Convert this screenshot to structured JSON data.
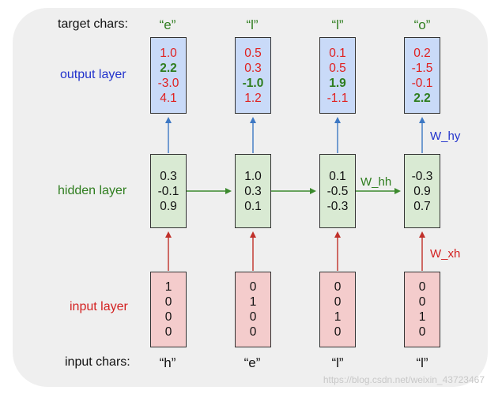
{
  "labels": {
    "target_chars": "target chars:",
    "output_layer": "output layer",
    "hidden_layer": "hidden layer",
    "input_layer": "input layer",
    "input_chars": "input chars:"
  },
  "weights": {
    "hy": "W_hy",
    "hh": "W_hh",
    "xh": "W_xh"
  },
  "steps": [
    {
      "target": "“e”",
      "input": "“h”",
      "output": [
        "1.0",
        "2.2",
        "-3.0",
        "4.1"
      ],
      "output_hl": 1,
      "hidden": [
        "0.3",
        "-0.1",
        "0.9"
      ],
      "onehot": [
        "1",
        "0",
        "0",
        "0"
      ]
    },
    {
      "target": "“l”",
      "input": "“e”",
      "output": [
        "0.5",
        "0.3",
        "-1.0",
        "1.2"
      ],
      "output_hl": 2,
      "hidden": [
        "1.0",
        "0.3",
        "0.1"
      ],
      "onehot": [
        "0",
        "1",
        "0",
        "0"
      ]
    },
    {
      "target": "“l”",
      "input": "“l”",
      "output": [
        "0.1",
        "0.5",
        "1.9",
        "-1.1"
      ],
      "output_hl": 2,
      "hidden": [
        "0.1",
        "-0.5",
        "-0.3"
      ],
      "onehot": [
        "0",
        "0",
        "1",
        "0"
      ]
    },
    {
      "target": "“o”",
      "input": "“l”",
      "output": [
        "0.2",
        "-1.5",
        "-0.1",
        "2.2"
      ],
      "output_hl": 3,
      "hidden": [
        "-0.3",
        "0.9",
        "0.7"
      ],
      "onehot": [
        "0",
        "0",
        "1",
        "0"
      ]
    }
  ],
  "colors": {
    "output": "#2233cc",
    "hidden": "#2e7d1e",
    "input": "#d32020",
    "output_box": "#c9daf8",
    "hidden_box": "#d9ead3",
    "input_box": "#f4cccc",
    "arrow_up_out": "#3d78c4",
    "arrow_hidden": "#3c8a2e",
    "arrow_in": "#c0302a"
  },
  "watermark": "https://blog.csdn.net/weixin_43723467"
}
